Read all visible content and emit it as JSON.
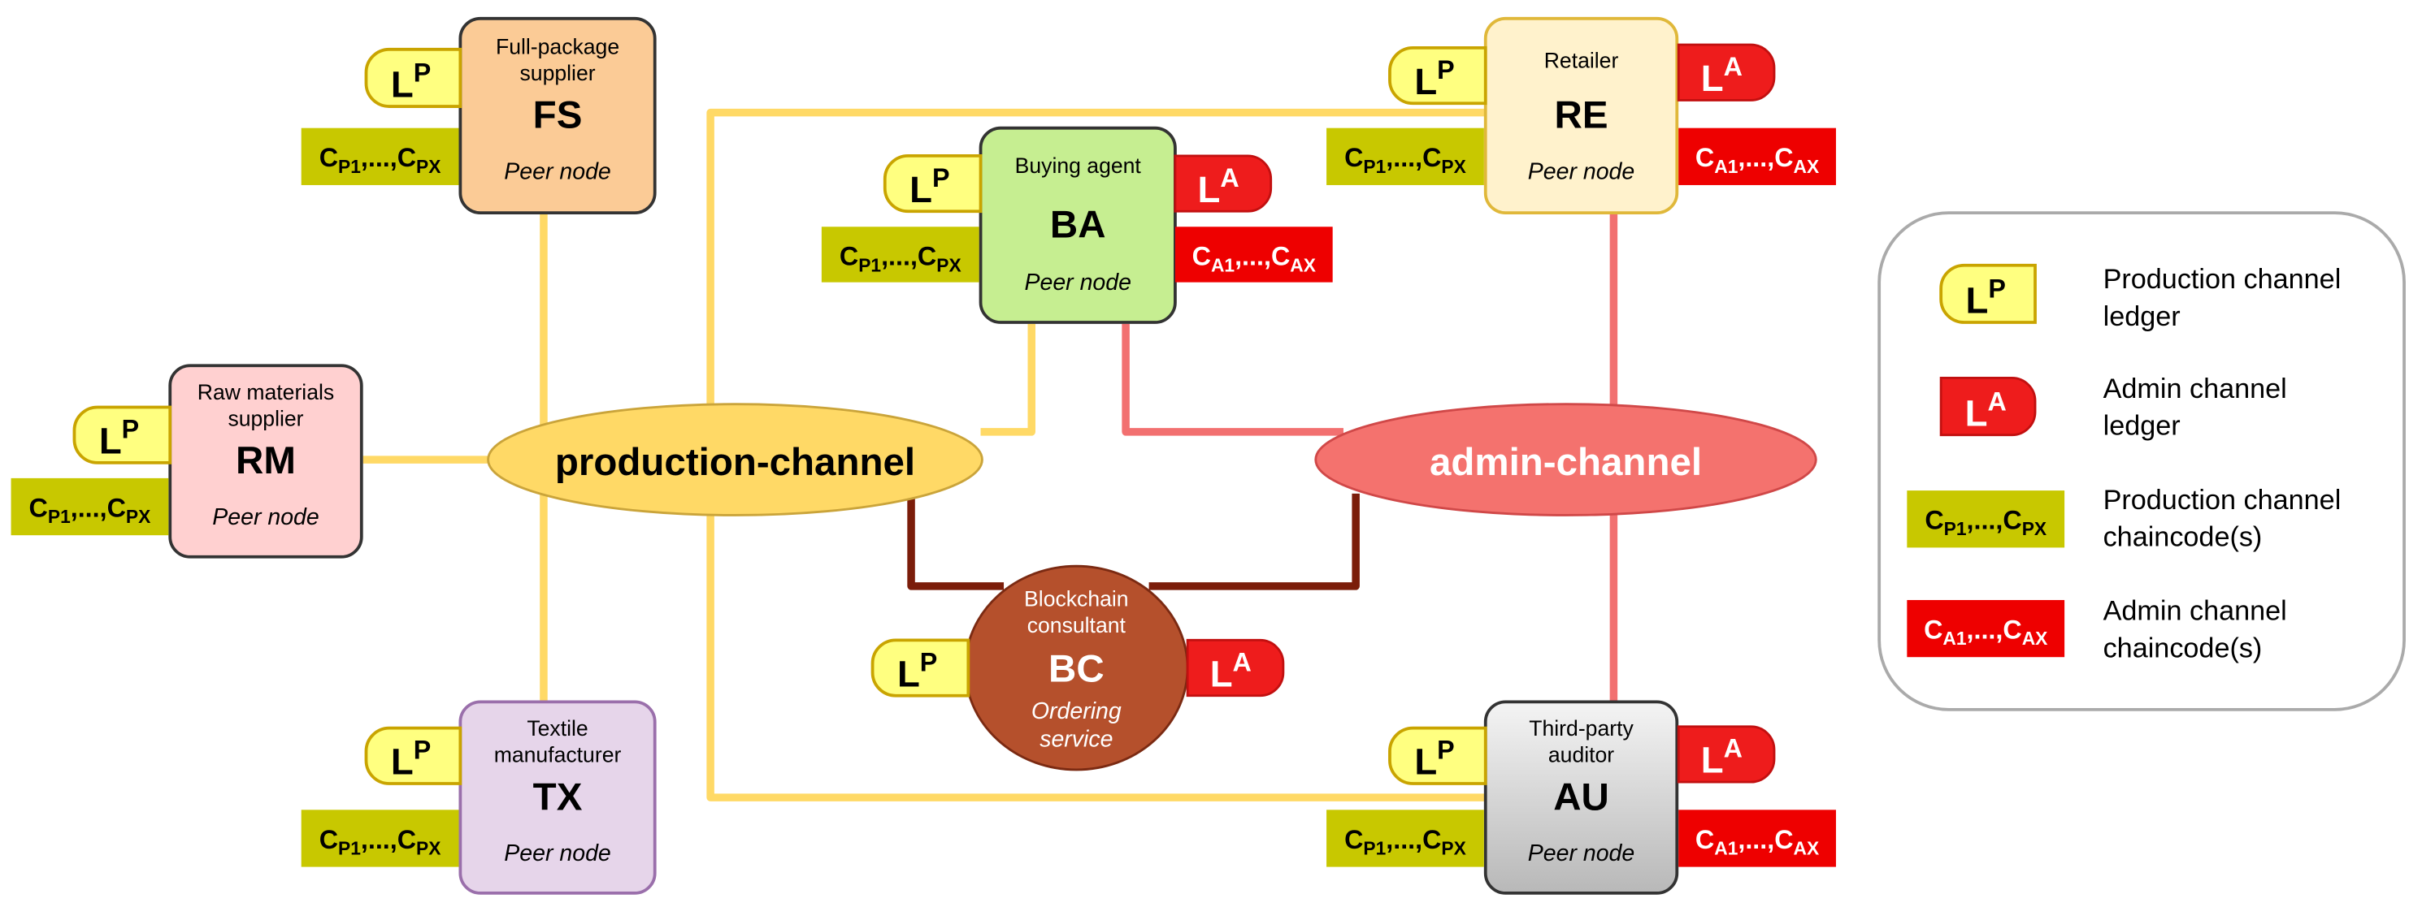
{
  "diagram": {
    "channels": {
      "production": {
        "label": "production-channel",
        "color": "#ffd966"
      },
      "admin": {
        "label": "admin-channel",
        "color": "#f4726e"
      }
    },
    "nodes": {
      "FS": {
        "abbr": "FS",
        "title_lines": [
          "Full-package",
          "supplier"
        ],
        "role": "Peer node",
        "fill": "#fbcb96"
      },
      "RE": {
        "abbr": "RE",
        "title_lines": [
          "Retailer"
        ],
        "role": "Peer node",
        "fill": "#fff2cc"
      },
      "BA": {
        "abbr": "BA",
        "title_lines": [
          "Buying agent"
        ],
        "role": "Peer node",
        "fill": "#c6ee91"
      },
      "RM": {
        "abbr": "RM",
        "title_lines": [
          "Raw materials",
          "supplier"
        ],
        "role": "Peer node",
        "fill": "#ffd0d0"
      },
      "TX": {
        "abbr": "TX",
        "title_lines": [
          "Textile",
          "manufacturer"
        ],
        "role": "Peer node",
        "fill": "#e6d5ea"
      },
      "AU": {
        "abbr": "AU",
        "title_lines": [
          "Third-party",
          "auditor"
        ],
        "role": "Peer node",
        "fill": "#d9d9d9"
      },
      "BC": {
        "abbr": "BC",
        "title_lines": [
          "Blockchain",
          "consultant"
        ],
        "role_lines": [
          "Ordering",
          "service"
        ],
        "fill": "#b5502c"
      }
    },
    "tokens": {
      "ledger_letter": "L",
      "production_sup": "P",
      "admin_sup": "A",
      "chaincode_letter": "C",
      "ellipsis": ",...,",
      "prod_sub_first": "P1",
      "prod_sub_last": "PX",
      "admin_sub_first": "A1",
      "admin_sub_last": "AX"
    },
    "colors": {
      "ledger_p_fill": "#ffff80",
      "ledger_p_stroke": "#c9a400",
      "ledger_a_fill": "#ee1c1c",
      "chaincode_p_fill": "#c8c800",
      "chaincode_a_fill": "#ee0000",
      "admin_link": "#f27070",
      "orderer_link": "#7b1d0a"
    },
    "legend": {
      "items": [
        {
          "lines": [
            "Production channel",
            "ledger"
          ]
        },
        {
          "lines": [
            "Admin channel",
            "ledger"
          ]
        },
        {
          "lines": [
            "Production channel",
            "chaincode(s)"
          ]
        },
        {
          "lines": [
            "Admin channel",
            "chaincode(s)"
          ]
        }
      ]
    }
  }
}
